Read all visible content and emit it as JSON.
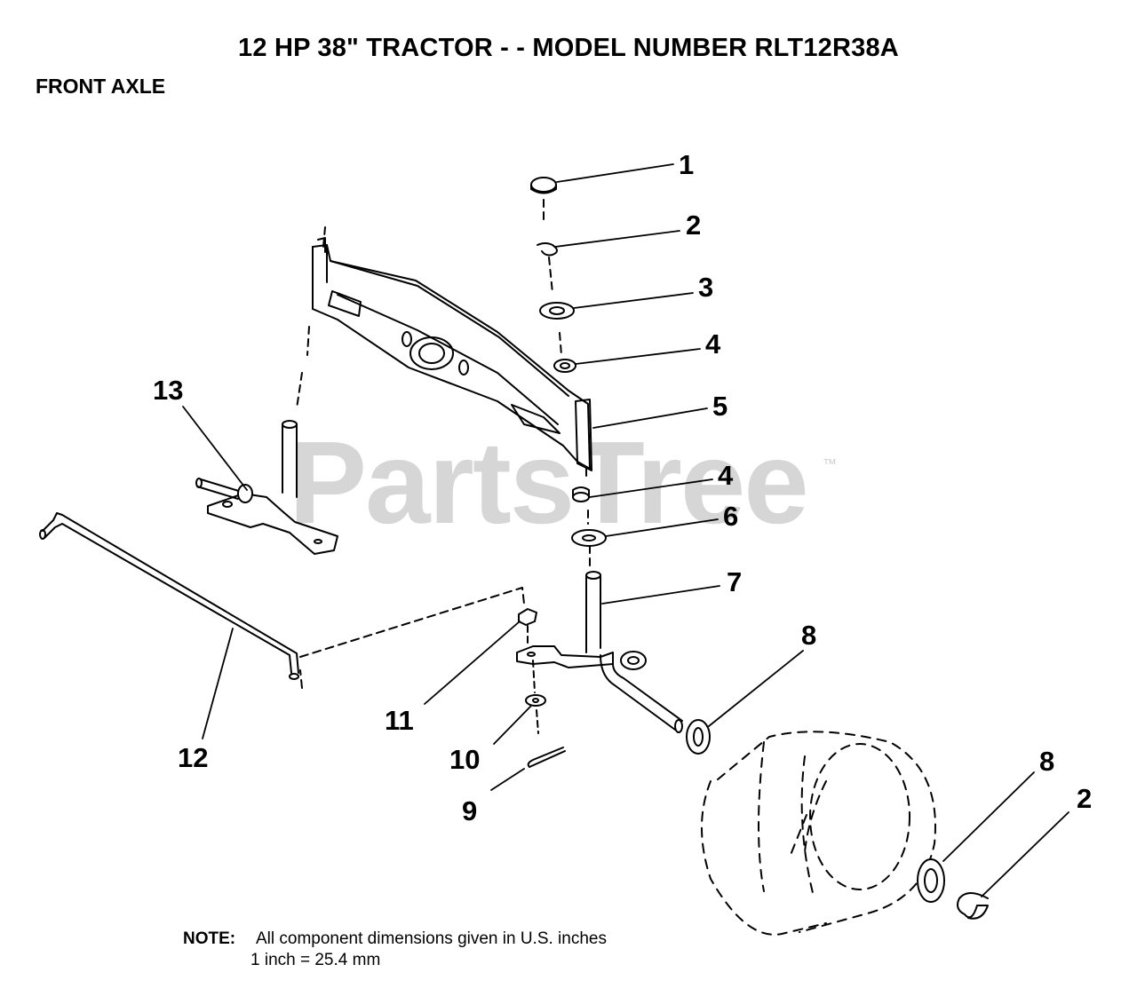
{
  "title": "12 HP 38\" TRACTOR - - MODEL NUMBER RLT12R38A",
  "section": "FRONT AXLE",
  "watermark": {
    "text": "PartsTree",
    "tm": "™"
  },
  "note": {
    "label": "NOTE:",
    "line1": "All component dimensions given in U.S. inches",
    "line2": "1 inch = 25.4 mm"
  },
  "callouts": [
    "1",
    "2",
    "3",
    "4",
    "5",
    "4",
    "6",
    "7",
    "8",
    "11",
    "12",
    "10",
    "9",
    "13",
    "8",
    "2"
  ]
}
